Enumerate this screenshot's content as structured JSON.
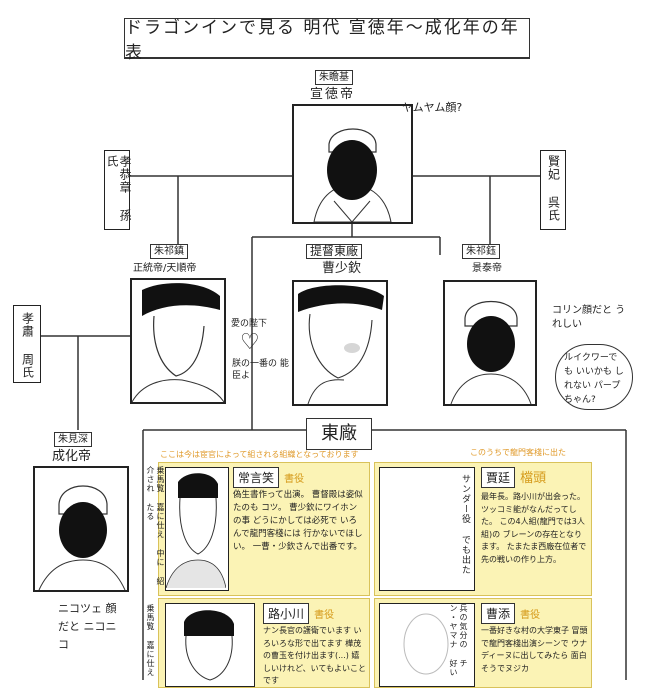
{
  "title": "ドラゴンインで見る 明代 宣徳年〜成化年の年表",
  "xuande": {
    "tag": "朱瞻基",
    "name": "宣徳帝",
    "note": "ヤムヤム顔?"
  },
  "empress_sun": "孝恭章 孫氏",
  "consort_wu": "賢妃 呉氏",
  "zhengtong": {
    "tag": "朱祁鎮",
    "name": "正統帝/天順帝"
  },
  "cao": {
    "tag": "提督東廠",
    "name": "曹少欽"
  },
  "jingtai": {
    "tag": "朱祁鈺",
    "name": "景泰帝",
    "note1": "コリン顔だと うれしい",
    "note2": "ルイクワーでも いいかも しれない パープちゃん?"
  },
  "middle_notes": {
    "top": "愛の陛下",
    "bottom": "朕の一番の 能臣よ"
  },
  "empress_zhou": "孝肅 周氏",
  "chenghua": {
    "tag": "朱見深",
    "name": "成化帝",
    "note": "ニコツェ 顔だと ニコニコ"
  },
  "dongchang": {
    "label": "東廠",
    "note_left": "ここは今は宦官によって組される組織となっております",
    "note_right": "このうちで龍門客棧に出た"
  },
  "cards": [
    {
      "name": "常言笑",
      "rank": "書役",
      "text": "偽生書作って出演。 曹督殿は姿似たのも コツ。 曹少欽にワイホンの事 どうにかしては必死で いろんで龍門客棧には 行かないでほしい。 一曹・少欽さんで出番です。",
      "side": "乗馬覧 嘉に仕え 中に 紹介され たる"
    },
    {
      "name": "賈廷",
      "rank": "檔頭",
      "text": "最年長。路小川が出会った。 ツッコミ能がなんだってした。 この4人組(龍門では3人組)の ブレーンの存在となります。 たまたま西廠在位者で 先の戦いの作り上方。",
      "side": "サンダー役 でも出た"
    },
    {
      "name": "路小川",
      "rank": "書役",
      "text": "ナン長官の護衛でいます いろいろな形で出てます 樺茂の曹玉を付け出ます(...) 嬉しいけれど、いてもよいことです",
      "side": "乗馬覧 嘉に仕え"
    },
    {
      "name": "曹添",
      "rank": "書役",
      "text": "一番好きな村の大学東子 冒頭で龍門客棧出演シーンで ウナディーヌに出してみたら 面白そうでヌジカ",
      "side": "兵の気分の チン・ヤマナ 好い"
    }
  ]
}
